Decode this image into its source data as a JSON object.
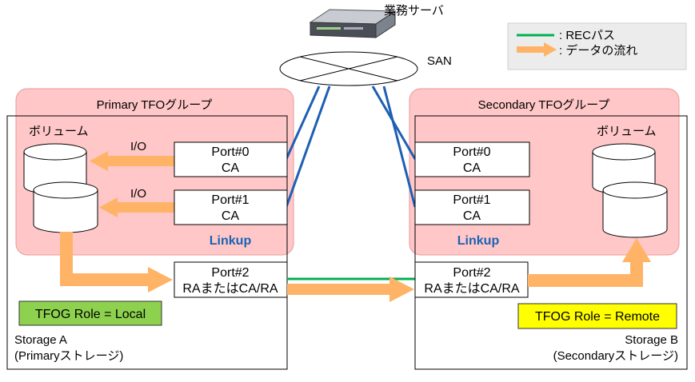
{
  "server_label": "業務サーバ",
  "san_label": "SAN",
  "legend": {
    "rec_path": ": RECパス",
    "data_flow": ": データの流れ",
    "colors": {
      "rec_path": "#00b050",
      "data_flow": "#ffb366"
    }
  },
  "primary": {
    "group_title": "Primary TFOグループ",
    "volume_label": "ボリューム",
    "io_labels": [
      "I/O",
      "I/O"
    ],
    "ports": [
      {
        "name": "Port#0",
        "type": "CA"
      },
      {
        "name": "Port#1",
        "type": "CA"
      },
      {
        "name": "Port#2",
        "type": "RAまたはCA/RA"
      }
    ],
    "linkup": "Linkup",
    "role_badge": "TFOG Role = Local",
    "storage_name": "Storage A",
    "storage_desc": "(Primaryストレージ)"
  },
  "secondary": {
    "group_title": "Secondary TFOグループ",
    "volume_label": "ボリューム",
    "ports": [
      {
        "name": "Port#0",
        "type": "CA"
      },
      {
        "name": "Port#1",
        "type": "CA"
      },
      {
        "name": "Port#2",
        "type": "RAまたはCA/RA"
      }
    ],
    "linkup": "Linkup",
    "role_badge": "TFOG Role = Remote",
    "storage_name": "Storage B",
    "storage_desc": "(Secondaryストレージ)"
  },
  "colors": {
    "group_fill": "#ffc7c7",
    "group_border": "#e89a9a",
    "badge_local": "#8ed14e",
    "badge_remote": "#ffff00",
    "san_link": "#1f5fb4",
    "linkup_text": "#1a63b5"
  }
}
